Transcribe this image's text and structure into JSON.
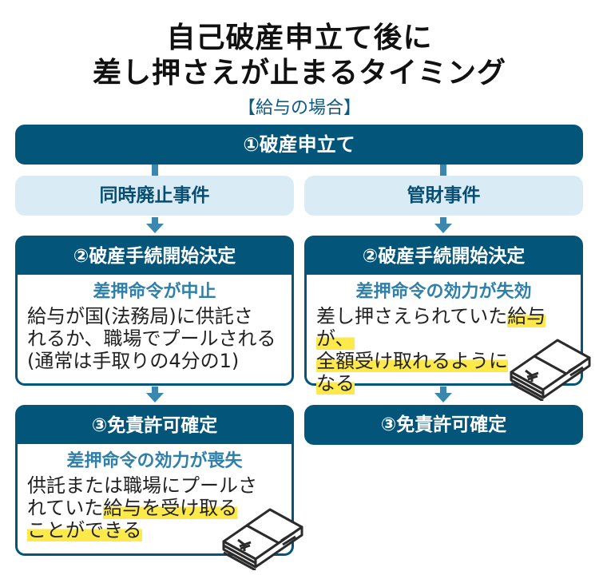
{
  "title": {
    "line1": "自己破産申立て後に",
    "line2": "差し押さえが止まるタイミング",
    "subtitle": "【給与の場合】"
  },
  "colors": {
    "navy": "#03557a",
    "light_blue": "#d9ecf5",
    "accent_blue": "#3a87b0",
    "highlight": "#fde94a"
  },
  "step1": {
    "label": "①破産申立て"
  },
  "branches": {
    "left": {
      "label": "同時廃止事件"
    },
    "right": {
      "label": "管財事件"
    }
  },
  "left_column": {
    "step2": {
      "header": "②破産手続開始決定",
      "subheading": "差押命令が中止",
      "lines": [
        "給与が国(法務局)に供託さ",
        "れるか、職場でプールされる",
        "(通常は手取りの4分の1)"
      ]
    },
    "step3": {
      "header": "③免責許可確定",
      "subheading": "差押命令の効力が喪失",
      "line1": "供託または職場にプールさ",
      "line2_plain": "れていた",
      "line2_highlight": "給与を受け取る",
      "line3_highlight": "ことができる",
      "icon": "yen-cash-bundle-icon"
    }
  },
  "right_column": {
    "step2": {
      "header": "②破産手続開始決定",
      "subheading": "差押命令の効力が失効",
      "line1_plain": "差し押さえられていた",
      "line1_highlight": "給与が、",
      "line2_highlight": "全額受け取れるように",
      "line3_highlight": "なる",
      "icon": "yen-cash-bundle-icon"
    },
    "step3": {
      "header": "③免責許可確定"
    }
  }
}
